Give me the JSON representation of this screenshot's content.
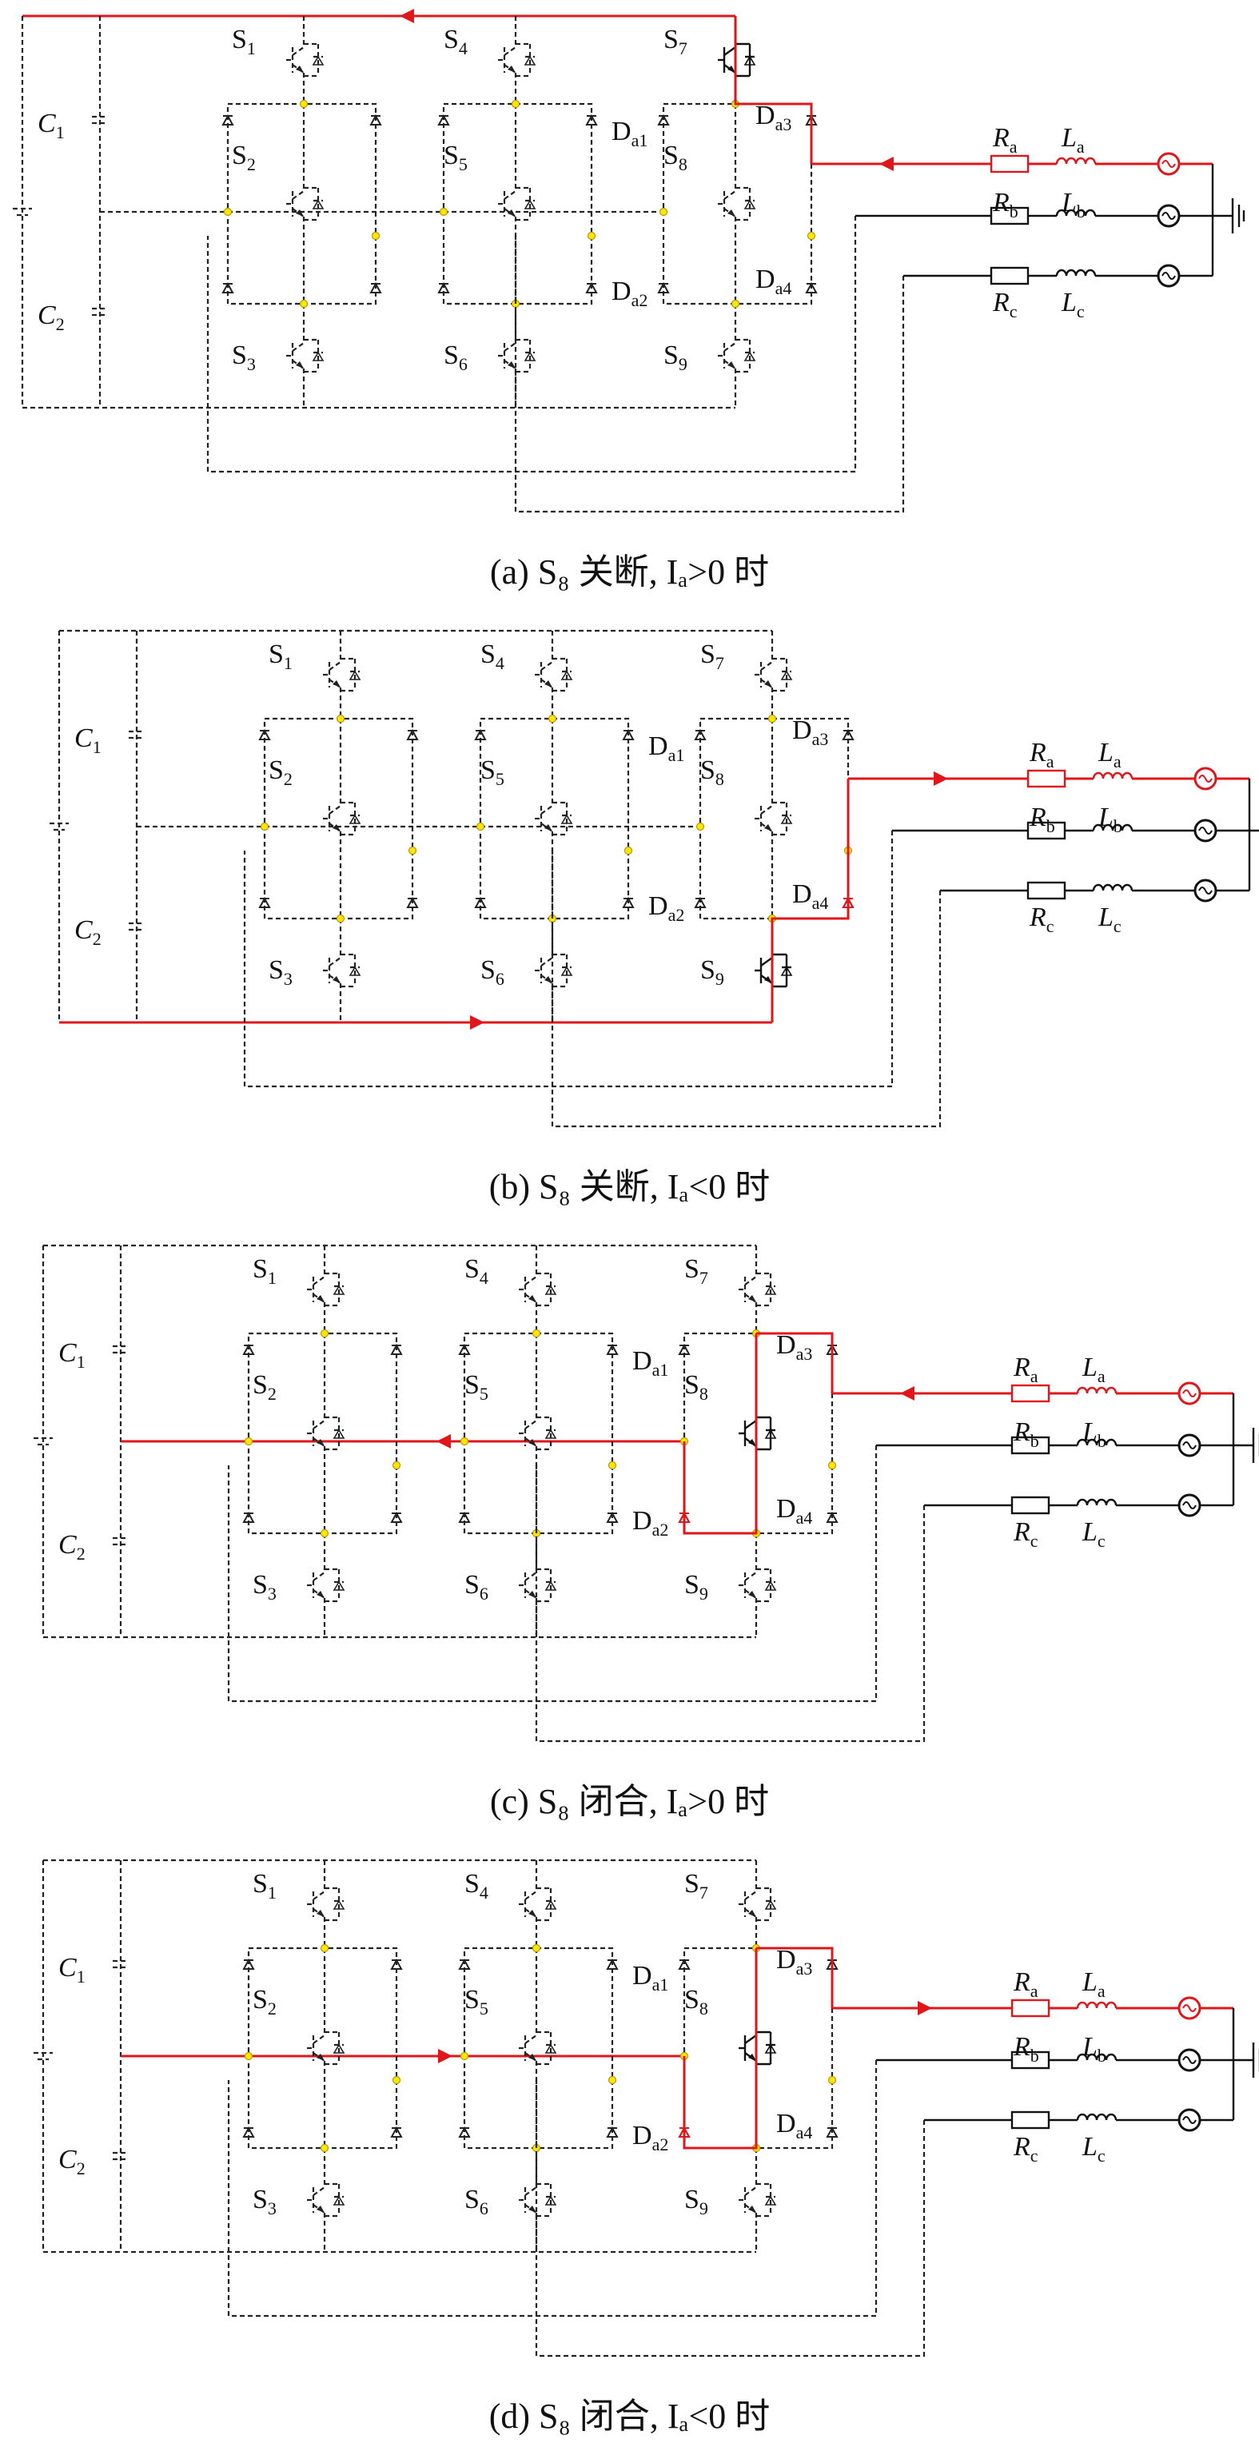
{
  "panels": [
    {
      "id": "a",
      "caption": "(a) S₈ 关断, Iₐ>0 时",
      "switch_labels": {
        "S1": "S",
        "S2": "S",
        "S3": "S",
        "S4": "S",
        "S5": "S",
        "S6": "S",
        "S7": "S",
        "S8": "S",
        "S9": "S"
      },
      "active_switches": [
        "S7"
      ],
      "current_direction": "into-converter",
      "upper_rail_current": true,
      "midline_current": false,
      "lower_rail_current": false
    },
    {
      "id": "b",
      "caption": "(b) S₈ 关断, Iₐ<0 时",
      "active_switches": [
        "S9"
      ],
      "current_direction": "out-of-converter",
      "upper_rail_current": false,
      "midline_current": false,
      "lower_rail_current": true
    },
    {
      "id": "c",
      "caption": "(c) S₈ 闭合, Iₐ>0 时",
      "active_switches": [
        "S8"
      ],
      "current_direction": "into-converter",
      "upper_rail_current": false,
      "midline_current": true,
      "lower_rail_current": false
    },
    {
      "id": "d",
      "caption": "(d) S₈ 闭合, Iₐ<0 时",
      "active_switches": [
        "S8"
      ],
      "current_direction": "out-of-converter",
      "upper_rail_current": false,
      "midline_current": true,
      "lower_rail_current": false
    }
  ],
  "labels": {
    "C1": "C",
    "C1_sub": "1",
    "C2": "C",
    "C2_sub": "2",
    "Ra": "R",
    "Ra_sub": "a",
    "Rb": "R",
    "Rb_sub": "b",
    "Rc": "R",
    "Rc_sub": "c",
    "La": "L",
    "La_sub": "a",
    "Lb": "L",
    "Lb_sub": "b",
    "Lc": "L",
    "Lc_sub": "c",
    "Da1": "D",
    "Da1_sub": "a1",
    "Da2": "D",
    "Da2_sub": "a2",
    "Da3": "D",
    "Da3_sub": "a3",
    "Da4": "D",
    "Da4_sub": "a4",
    "S": "S"
  },
  "colors": {
    "current_path": "#e0161b",
    "node": "#ffe600",
    "wire": "#111111"
  }
}
